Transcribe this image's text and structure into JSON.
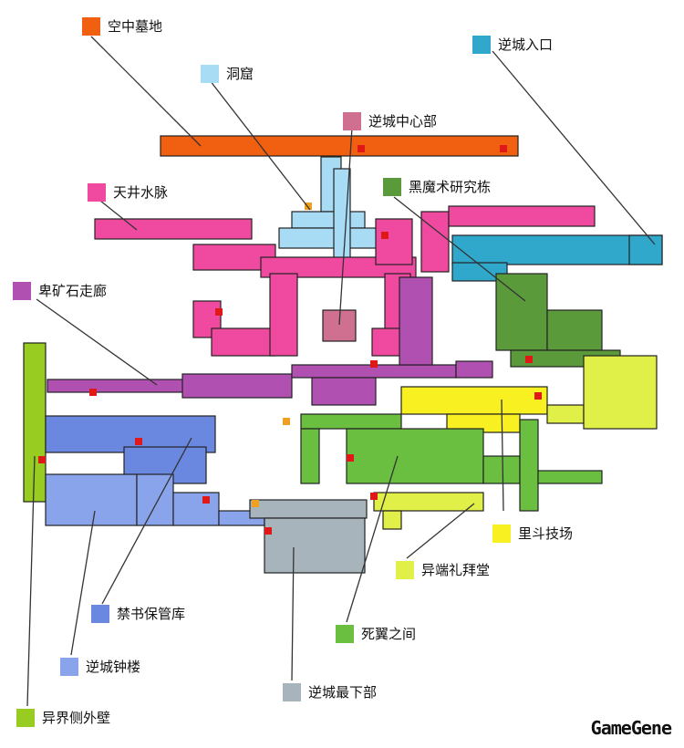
{
  "areas": [
    {
      "id": "sky",
      "label": "空中墓地",
      "color": "#f06010"
    },
    {
      "id": "cave",
      "label": "洞窟",
      "color": "#a8dcf4"
    },
    {
      "id": "core",
      "label": "逆城中心部",
      "color": "#d07090"
    },
    {
      "id": "entrance",
      "label": "逆城入口",
      "color": "#30a8cc"
    },
    {
      "id": "black",
      "label": "黑魔术研究栋",
      "color": "#5a9a3a"
    },
    {
      "id": "ceiling",
      "label": "天井水脉",
      "color": "#f04aa0"
    },
    {
      "id": "mine",
      "label": "卑矿石走廊",
      "color": "#b050b0"
    },
    {
      "id": "arena",
      "label": "里斗技场",
      "color": "#f8f020"
    },
    {
      "id": "chapel",
      "label": "异端礼拜堂",
      "color": "#e0f048"
    },
    {
      "id": "library",
      "label": "禁书保管库",
      "color": "#6a88e0"
    },
    {
      "id": "death",
      "label": "死翼之间",
      "color": "#6abf40"
    },
    {
      "id": "clock",
      "label": "逆城钟楼",
      "color": "#8aa4ec"
    },
    {
      "id": "bottom",
      "label": "逆城最下部",
      "color": "#a8b4bc"
    },
    {
      "id": "outer",
      "label": "异界侧外壁",
      "color": "#98cc20"
    }
  ],
  "watermark": "GameGene"
}
